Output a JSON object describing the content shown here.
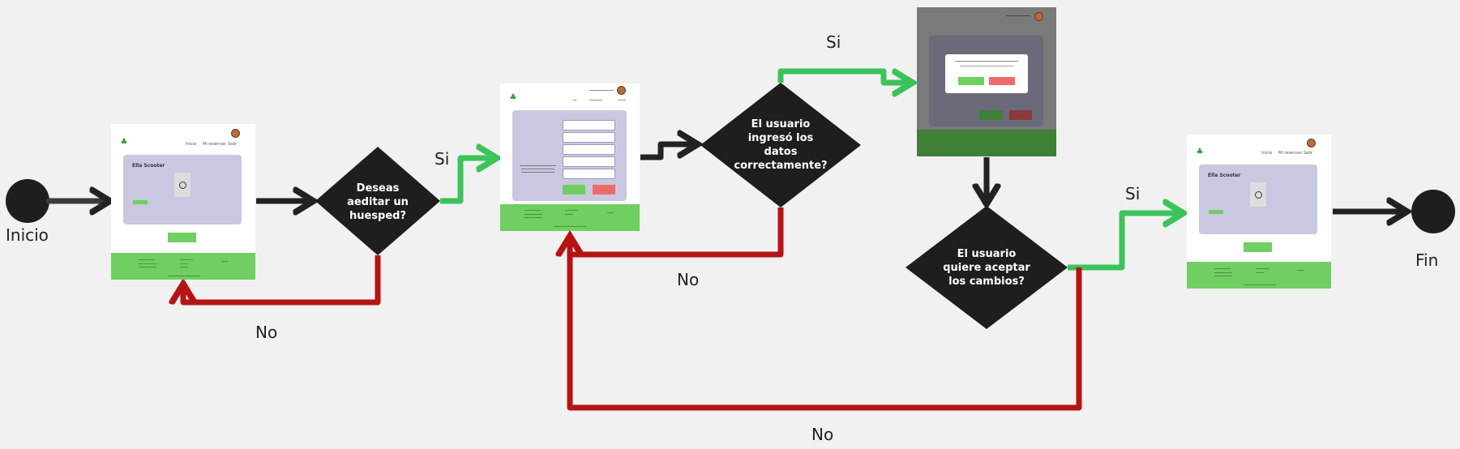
{
  "labels": {
    "start": "Inicio",
    "end": "Fin",
    "yes1": "Si",
    "no1": "No",
    "yes2": "Si",
    "no2": "No",
    "yes3": "Si",
    "no3": "No"
  },
  "decisions": {
    "d1": [
      "Deseas",
      "aeditar un",
      "huesped?"
    ],
    "d2": [
      "El usuario",
      "ingresó los",
      "datos",
      "correctamente?"
    ],
    "d3": [
      "El usuario",
      "quiere aceptar",
      "los cambios?"
    ]
  },
  "colors": {
    "background": "#f1f1f1",
    "node": "#1e1e1e",
    "arrow_neutral": "#222222",
    "arrow_yes": "#3cc35a",
    "arrow_no": "#b51414",
    "footer_green": "#6fcf60",
    "hero": "#c8c8e0"
  },
  "mockups": {
    "list_title": "Ella Scooter",
    "nav": [
      "Inicio",
      "Mi reservas",
      "Salir"
    ]
  }
}
